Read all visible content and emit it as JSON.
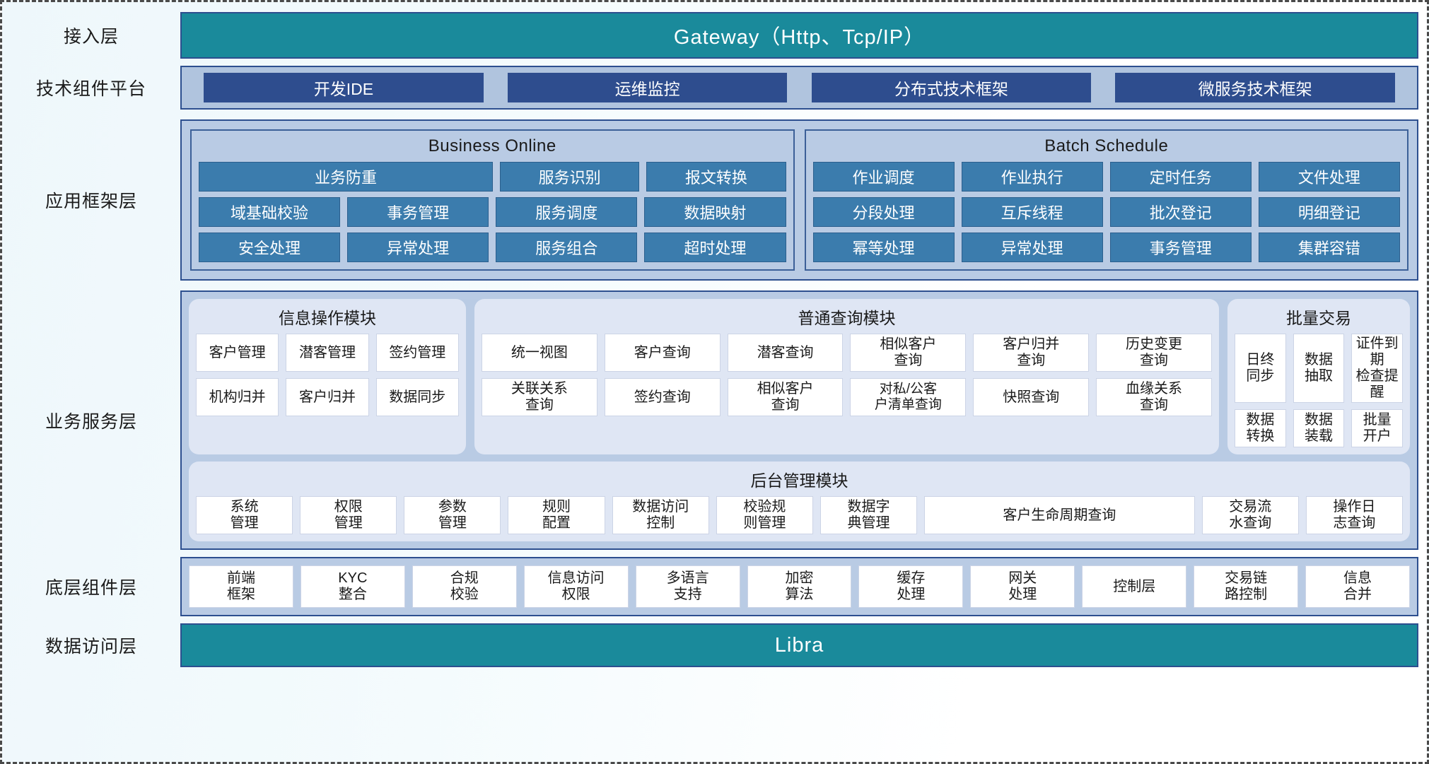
{
  "layers": {
    "access": {
      "label": "接入层",
      "banner": "Gateway（Http、Tcp/IP）"
    },
    "tech": {
      "label": "技术组件平台",
      "items": [
        "开发IDE",
        "运维监控",
        "分布式技术框架",
        "微服务技术框架"
      ]
    },
    "app_framework": {
      "label": "应用框架层",
      "panels": [
        {
          "title": "Business Online",
          "rows": [
            [
              "业务防重",
              "服务识别",
              "报文转换"
            ],
            [
              "域基础校验",
              "事务管理",
              "服务调度",
              "数据映射"
            ],
            [
              "安全处理",
              "异常处理",
              "服务组合",
              "超时处理"
            ]
          ]
        },
        {
          "title": "Batch Schedule",
          "rows": [
            [
              "作业调度",
              "作业执行",
              "定时任务",
              "文件处理"
            ],
            [
              "分段处理",
              "互斥线程",
              "批次登记",
              "明细登记"
            ],
            [
              "幂等处理",
              "异常处理",
              "事务管理",
              "集群容错"
            ]
          ]
        }
      ]
    },
    "business_service": {
      "label": "业务服务层",
      "groups": [
        {
          "title": "信息操作模块",
          "rows": [
            [
              "客户管理",
              "潜客管理",
              "签约管理"
            ],
            [
              "机构归并",
              "客户归并",
              "数据同步"
            ]
          ]
        },
        {
          "title": "普通查询模块",
          "rows": [
            [
              "统一视图",
              "客户查询",
              "潜客查询",
              "相似客户\n查询",
              "客户归并\n查询",
              "历史变更\n查询"
            ],
            [
              "关联关系\n查询",
              "签约查询",
              "相似客户\n查询",
              "对私/公客\n户清单查询",
              "快照查询",
              "血缘关系\n查询"
            ]
          ]
        },
        {
          "title": "批量交易",
          "rows": [
            [
              "日终\n同步",
              "数据\n抽取",
              "证件到期\n检查提醒"
            ],
            [
              "数据\n转换",
              "数据\n装载",
              "批量\n开户"
            ]
          ]
        }
      ],
      "admin": {
        "title": "后台管理模块",
        "items": [
          "系统\n管理",
          "权限\n管理",
          "参数\n管理",
          "规则\n配置",
          "数据访问\n控制",
          "校验规\n则管理",
          "数据字\n典管理",
          "客户生命周期查询",
          "交易流\n水查询",
          "操作日\n志查询"
        ]
      }
    },
    "bottom_component": {
      "label": "底层组件层",
      "items": [
        "前端\n框架",
        "KYC\n整合",
        "合规\n校验",
        "信息访问\n权限",
        "多语言\n支持",
        "加密\n算法",
        "缓存\n处理",
        "网关\n处理",
        "控制层",
        "交易链\n路控制",
        "信息\n合并"
      ]
    },
    "data_access": {
      "label": "数据访问层",
      "banner": "Libra"
    }
  },
  "colors": {
    "teal": "#1a8a9b",
    "dark_blue": "#2e4d8e",
    "panel_blue": "#b9cbe4",
    "chip_blue": "#3b7cad",
    "group_bg": "#dfe6f4",
    "border_blue": "#2d4f8f"
  }
}
